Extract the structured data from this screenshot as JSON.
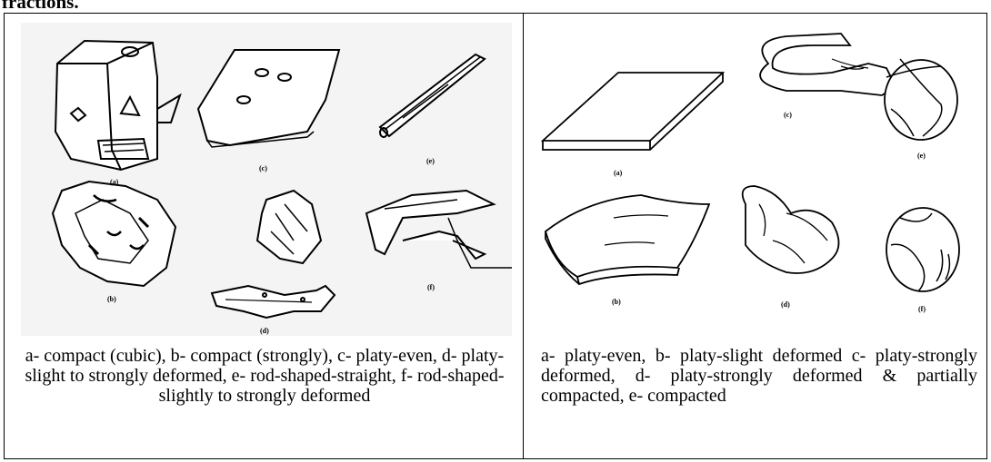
{
  "page": {
    "top_text": "fractions."
  },
  "left_panel": {
    "labels": [
      "(a)",
      "(b)",
      "(c)",
      "(d)",
      "(e)",
      "(f)"
    ],
    "caption": "a- compact (cubic), b- compact (strongly), c- platy-even, d- platy-slight to strongly deformed, e- rod-shaped-straight, f- rod-shaped-slightly to strongly deformed"
  },
  "right_panel": {
    "labels": [
      "(a)",
      "(b)",
      "(c)",
      "(d)",
      "(e)",
      "(f)"
    ],
    "caption": "a- platy-even, b- platy-slight deformed c- platy-strongly deformed, d- platy-strongly deformed & partially compacted, e- compacted"
  }
}
